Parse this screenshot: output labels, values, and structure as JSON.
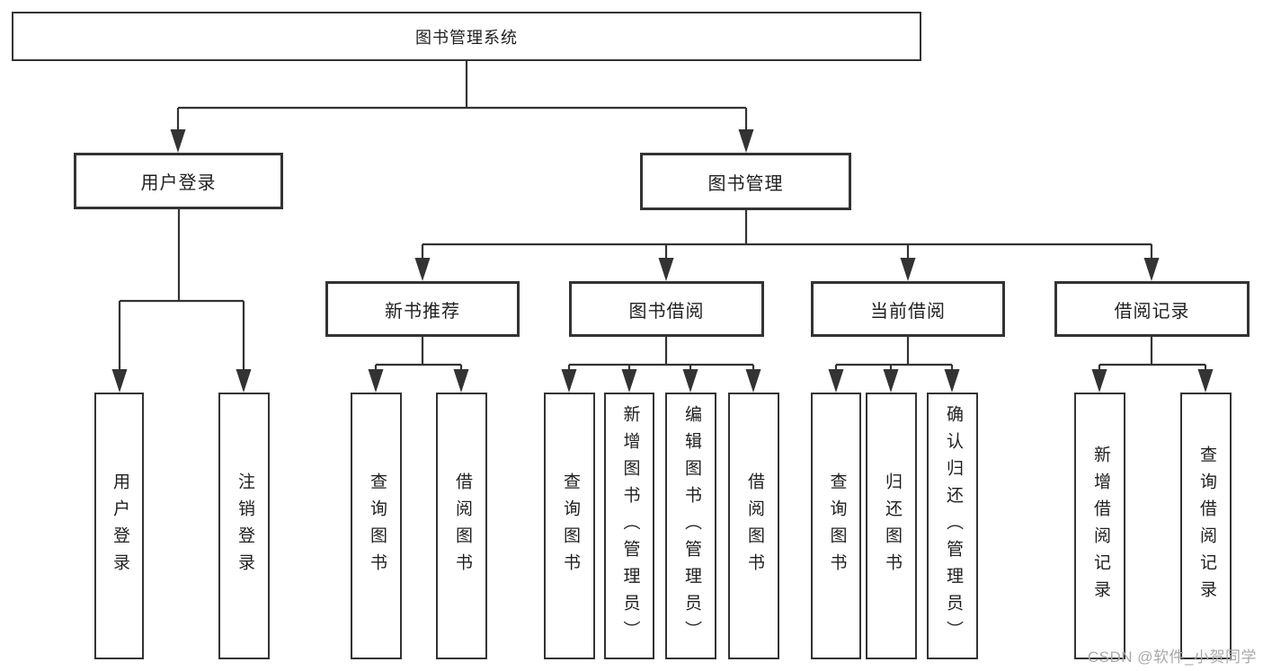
{
  "colors": {
    "line": "#333333",
    "box_border": "#333333",
    "box_fill": "#ffffff",
    "text": "#1f1f1f",
    "background": "#ffffff",
    "watermark": "#a9a9a9"
  },
  "watermark": {
    "text": "CSDN @软件_小贺同学"
  },
  "nodes": {
    "root": {
      "label": "图书管理系统"
    },
    "user_login": {
      "label": "用户登录",
      "parent": "root"
    },
    "book_mgmt": {
      "label": "图书管理",
      "parent": "root"
    },
    "new_book_rec": {
      "label": "新书推荐",
      "parent": "book_mgmt"
    },
    "book_borrow": {
      "label": "图书借阅",
      "parent": "book_mgmt"
    },
    "current_borrow": {
      "label": "当前借阅",
      "parent": "book_mgmt"
    },
    "borrow_record": {
      "label": "借阅记录",
      "parent": "book_mgmt"
    },
    "leaf_user_login": {
      "label": "用户登录",
      "parent": "user_login"
    },
    "leaf_logout": {
      "label": "注销登录",
      "parent": "user_login"
    },
    "leaf_query_book_rec": {
      "label": "查询图书",
      "parent": "new_book_rec"
    },
    "leaf_borrow_book_rec": {
      "label": "借阅图书",
      "parent": "new_book_rec"
    },
    "leaf_query_book_borrow": {
      "label": "查询图书",
      "parent": "book_borrow"
    },
    "leaf_add_book": {
      "label": "新增图书（管理员）",
      "parent": "book_borrow"
    },
    "leaf_edit_book": {
      "label": "编辑图书（管理员）",
      "parent": "book_borrow"
    },
    "leaf_borrow_book_borrow": {
      "label": "借阅图书",
      "parent": "book_borrow"
    },
    "leaf_query_book_current": {
      "label": "查询图书",
      "parent": "current_borrow"
    },
    "leaf_return_book": {
      "label": "归还图书",
      "parent": "current_borrow"
    },
    "leaf_confirm_return": {
      "label": "确认归还（管理员）",
      "parent": "current_borrow"
    },
    "leaf_add_borrow_record": {
      "label": "新增借阅记录",
      "parent": "borrow_record"
    },
    "leaf_query_borrow_record": {
      "label": "查询借阅记录",
      "parent": "borrow_record"
    }
  }
}
